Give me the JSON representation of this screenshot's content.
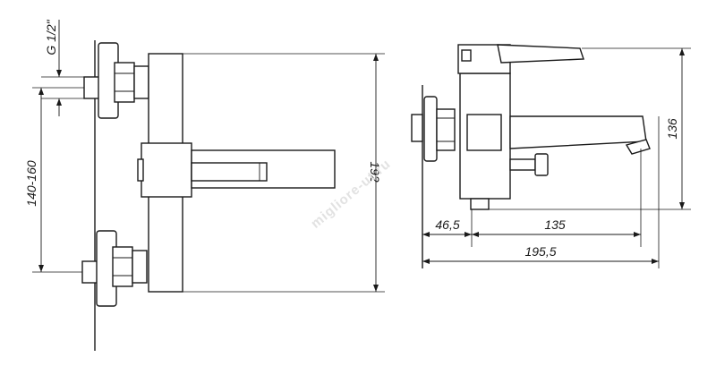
{
  "dimensions": {
    "thread": "G 1/2\"",
    "center_distance": "140-160",
    "height_front": "192",
    "height_side": "136",
    "offset": "46,5",
    "spout_reach": "135",
    "total_depth": "195,5"
  },
  "watermark": "migliore-ut.ru",
  "colors": {
    "line": "#1a1a1a",
    "background": "#ffffff",
    "watermark": "#e2e2e2"
  }
}
